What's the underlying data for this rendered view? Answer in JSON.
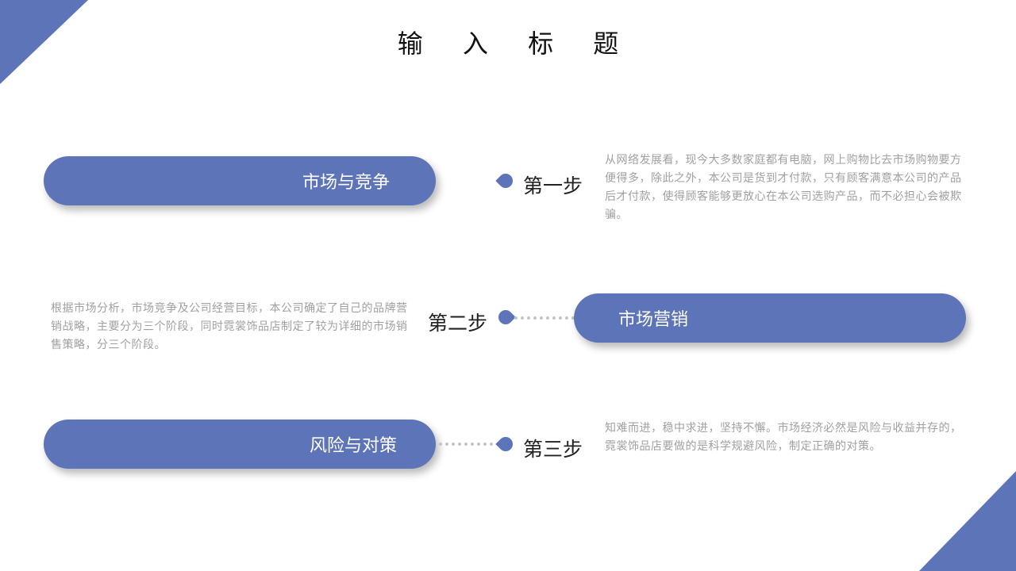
{
  "title": "输 入 标 题",
  "accent": "#5e74b9",
  "steps": [
    {
      "pill": "市场与竞争",
      "step": "第一步",
      "desc": "从网络发展看，现今大多数家庭都有电脑，网上购物比去市场购物要方便得多，除此之外，本公司是货到才付款，只有顾客满意本公司的产品后才付款，使得顾客能够更放心在本公司选购产品，而不必担心会被欺骗。"
    },
    {
      "pill": "市场营销",
      "step": "第二步",
      "desc": "根据市场分析，市场竞争及公司经营目标，本公司确定了自己的品牌营销战略，主要分为三个阶段，同时霓裳饰品店制定了较为详细的市场销售策略，分三个阶段。"
    },
    {
      "pill": "风险与对策",
      "step": "第三步",
      "desc": "知难而进，稳中求进，坚持不懈。市场经济必然是风险与收益并存的，霓裳饰品店要做的是科学规避风险，制定正确的对策。"
    }
  ]
}
